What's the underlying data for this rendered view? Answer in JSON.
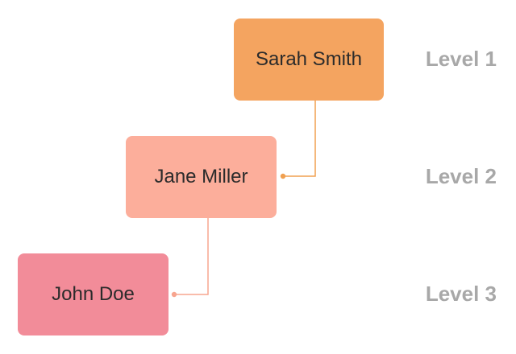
{
  "nodes": [
    {
      "name": "Sarah Smith",
      "color": "#F4A460"
    },
    {
      "name": "Jane Miller",
      "color": "#FCAE9B"
    },
    {
      "name": "John Doe",
      "color": "#F28C99"
    }
  ],
  "levels": [
    "Level 1",
    "Level 2",
    "Level 3"
  ],
  "connector_colors": [
    "#F0A050",
    "#F7A58F"
  ]
}
